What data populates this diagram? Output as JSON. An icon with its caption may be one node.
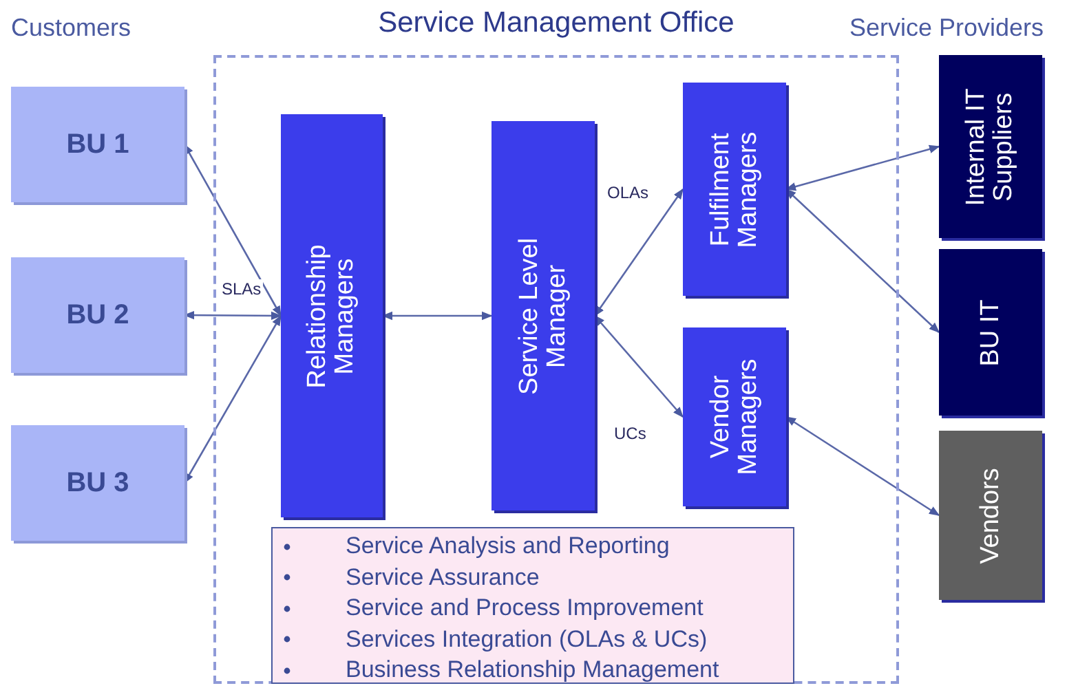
{
  "diagram": {
    "nodes": [
      {
        "text": [
          "Service Management Office"
        ]
      },
      {
        "text": [
          "BU 1"
        ]
      },
      {
        "text": [
          "BU 2"
        ]
      },
      {
        "text": [
          "BU 3"
        ]
      },
      {
        "text": [
          "Relationship Managers"
        ],
        "in": 0
      },
      {
        "text": [
          "Service Level Manager"
        ],
        "in": 0
      },
      {
        "text": [
          "Fulfilment Managers"
        ],
        "in": 0
      },
      {
        "text": [
          "Vendor Managers"
        ],
        "in": 0
      },
      {
        "text": [
          "Service Analysis and Reporting",
          "Service Assurance",
          "Service and Process Improvement",
          "Services Integration (OLAs & UCs)",
          "Business Relationship Management"
        ],
        "in": 0
      },
      {
        "text": [
          "Internal IT Suppliers"
        ]
      },
      {
        "text": [
          "BU IT"
        ]
      },
      {
        "text": [
          "Vendors"
        ]
      }
    ],
    "edges": [
      {
        "from": 4,
        "to": 1,
        "arrow": "both"
      },
      {
        "from": 4,
        "to": 2,
        "arrow": "both",
        "label": "SLAs"
      },
      {
        "from": 4,
        "to": 3,
        "arrow": "both"
      },
      {
        "from": 4,
        "to": 5,
        "arrow": "both"
      },
      {
        "from": 5,
        "to": 6,
        "arrow": "both",
        "label": "OLAs"
      },
      {
        "from": 5,
        "to": 7,
        "arrow": "both",
        "label": "UCs"
      },
      {
        "from": 6,
        "to": 9,
        "arrow": "both"
      },
      {
        "from": 6,
        "to": 10,
        "arrow": "both"
      },
      {
        "from": 7,
        "to": 11,
        "arrow": "both"
      }
    ],
    "labels": [
      "Customers",
      "Service Providers"
    ]
  }
}
